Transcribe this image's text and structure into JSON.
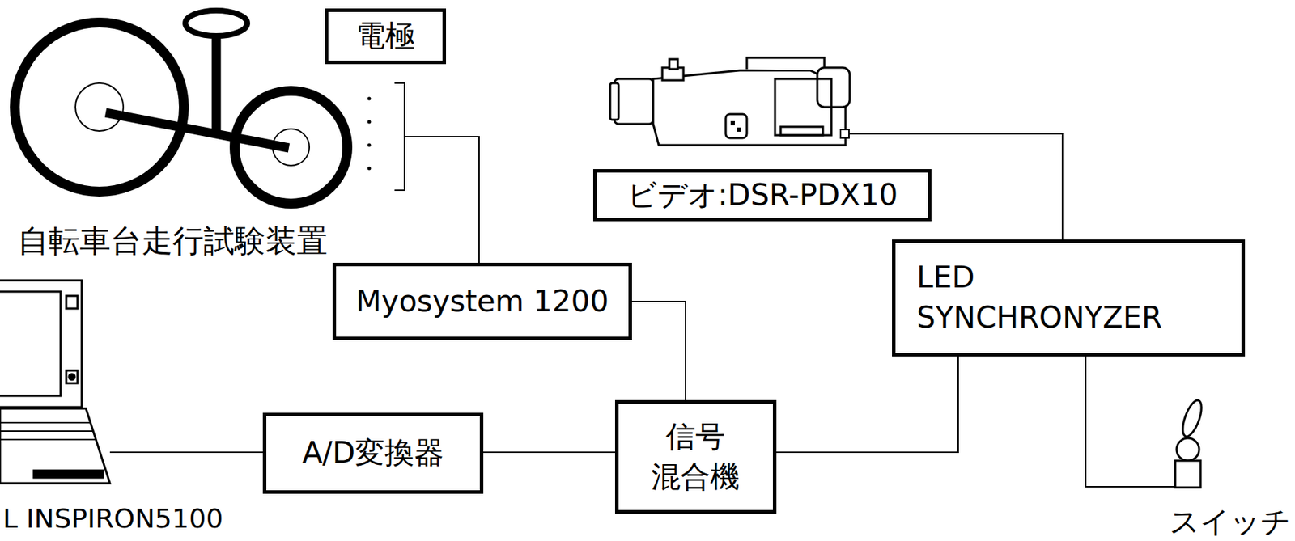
{
  "diagram": {
    "nodes": [
      {
        "text": [
          "電極"
        ]
      },
      {
        "text": [
          "ビデオ:DSR-PDX10"
        ]
      },
      {
        "text": [
          "Myosystem 1200"
        ]
      },
      {
        "text": [
          "LED SYNCHRONYZER"
        ]
      },
      {
        "text": [
          "A/D変換器"
        ]
      },
      {
        "text": [
          "信号 混合機"
        ]
      }
    ],
    "edges": [
      {
        "from": 0,
        "to": 2,
        "arrow": "none"
      },
      {
        "from": 1,
        "to": 3,
        "arrow": "none"
      },
      {
        "from": 2,
        "to": 5,
        "arrow": "none"
      },
      {
        "from": 3,
        "to": 5,
        "arrow": "none"
      },
      {
        "from": 5,
        "to": 4,
        "arrow": "none"
      }
    ],
    "labels": [
      "自転車台走行試験装置",
      "L INSPIRON5100",
      "スイッチ"
    ]
  }
}
